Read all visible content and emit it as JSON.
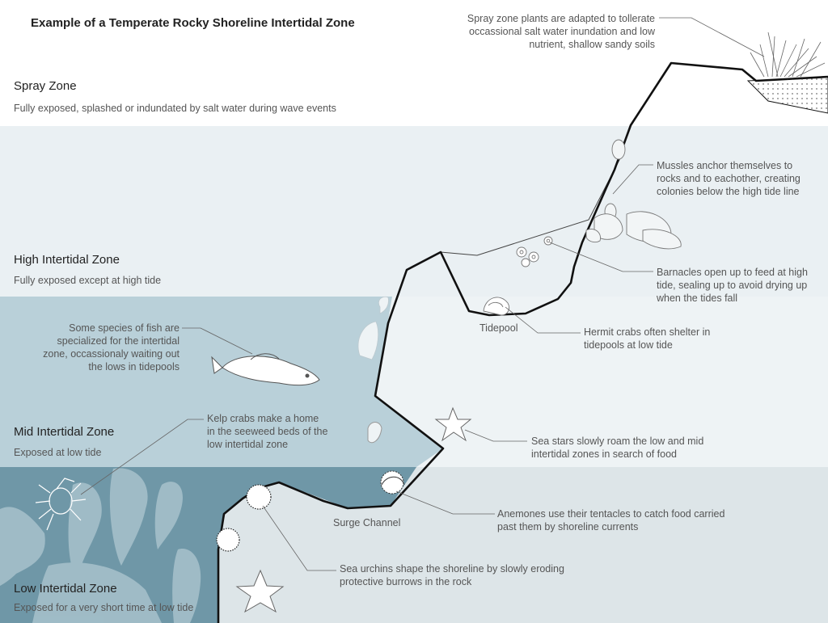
{
  "title": "Example of a Temperate Rocky Shoreline Intertidal Zone",
  "colors": {
    "spray": "#ffffff",
    "high": "#eaf0f3",
    "high_outside": "#f4f7f8",
    "mid": "#b9d0d9",
    "mid_outside": "#eef3f5",
    "low": "#6f97a7",
    "low_outside": "#dde5e8",
    "rock_line": "#111111",
    "seaweed": "#a8c2cc"
  },
  "zones": [
    {
      "name": "Spray Zone",
      "description": "Fully exposed, splashed or indundated by salt water during wave events"
    },
    {
      "name": "High Intertidal Zone",
      "description": "Fully exposed except at high tide"
    },
    {
      "name": "Mid Intertidal Zone",
      "description": "Exposed at low tide"
    },
    {
      "name": "Low Intertidal Zone",
      "description": "Exposed for a very short time at low tide"
    }
  ],
  "notes": {
    "spray_plants": "Spray zone plants are adapted to tollerate occassional salt water inundation and low nutrient, shallow sandy soils",
    "mussels": "Mussles anchor themselves to rocks and to eachother, creating colonies below the high tide line",
    "barnacles": "Barnacles open up to feed at high tide, sealing up to avoid drying up when the tides fall",
    "hermit": "Hermit crabs often shelter in tidepools at low tide",
    "fish": "Some species of fish are specialized for the intertidal zone, occassionaly waiting out the lows in tidepools",
    "kelp_crabs": "Kelp crabs make a home in the seeweed beds of the low intertidal zone",
    "sea_stars": "Sea stars slowly roam the low and mid intertidal zones in search of food",
    "anemones": "Anemones use their tentacles to catch food carried past them by shoreline currents",
    "urchins": "Sea urchins shape the shoreline by slowly eroding protective burrows in the rock"
  },
  "labels": {
    "tidepool": "Tidepool",
    "surge_channel": "Surge Channel"
  },
  "icons": [
    "grass-icon",
    "mussel-icon",
    "barnacle-icon",
    "hermit-crab-icon",
    "fish-icon",
    "crab-icon",
    "sea-star-icon",
    "anemone-icon",
    "sea-urchin-icon"
  ]
}
